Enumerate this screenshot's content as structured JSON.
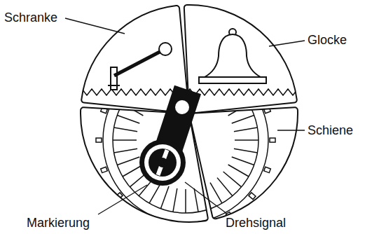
{
  "diagram": {
    "labels": [
      "Schranke",
      "Glocke",
      "Schiene",
      "Markierung",
      "Drehsignal"
    ]
  }
}
